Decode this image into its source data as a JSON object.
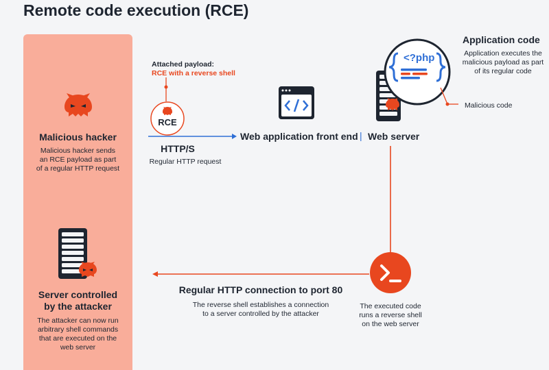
{
  "title": "Remote code execution (RCE)",
  "colors": {
    "accent": "#e8471f",
    "panel": "#f9ad9a",
    "navy": "#1e2530",
    "blue": "#2f6fd6"
  },
  "hacker": {
    "label": "Malicious hacker",
    "desc": [
      "Malicious hacker sends",
      "an RCE payload as part",
      "of a regular HTTP request"
    ]
  },
  "payload": {
    "label": "Attached payload:",
    "value": "RCE with a reverse shell",
    "badge": "RCE"
  },
  "http": {
    "label": "HTTP/S",
    "sublabel": "Regular HTTP request"
  },
  "frontend": {
    "label": "Web application front end"
  },
  "separator": "|",
  "webserver": {
    "label": "Web server"
  },
  "appcode": {
    "label": "Application code",
    "desc": [
      "Application executes the",
      "malicious payload as part",
      "of its regular code"
    ],
    "code_text": "<?php",
    "malicious_label": "Malicious code"
  },
  "shell": {
    "desc": [
      "The executed code",
      "runs a reverse shell",
      "on the web server"
    ]
  },
  "connection": {
    "label": "Regular HTTP connection to port 80",
    "desc": [
      "The reverse shell establishes a connection",
      "to a server controlled by the attacker"
    ]
  },
  "attacker_server": {
    "label": [
      "Server controlled",
      "by the attacker"
    ],
    "desc": [
      "The attacker can now run",
      "arbitrary shell commands",
      "that are executed on the",
      "web server"
    ]
  }
}
